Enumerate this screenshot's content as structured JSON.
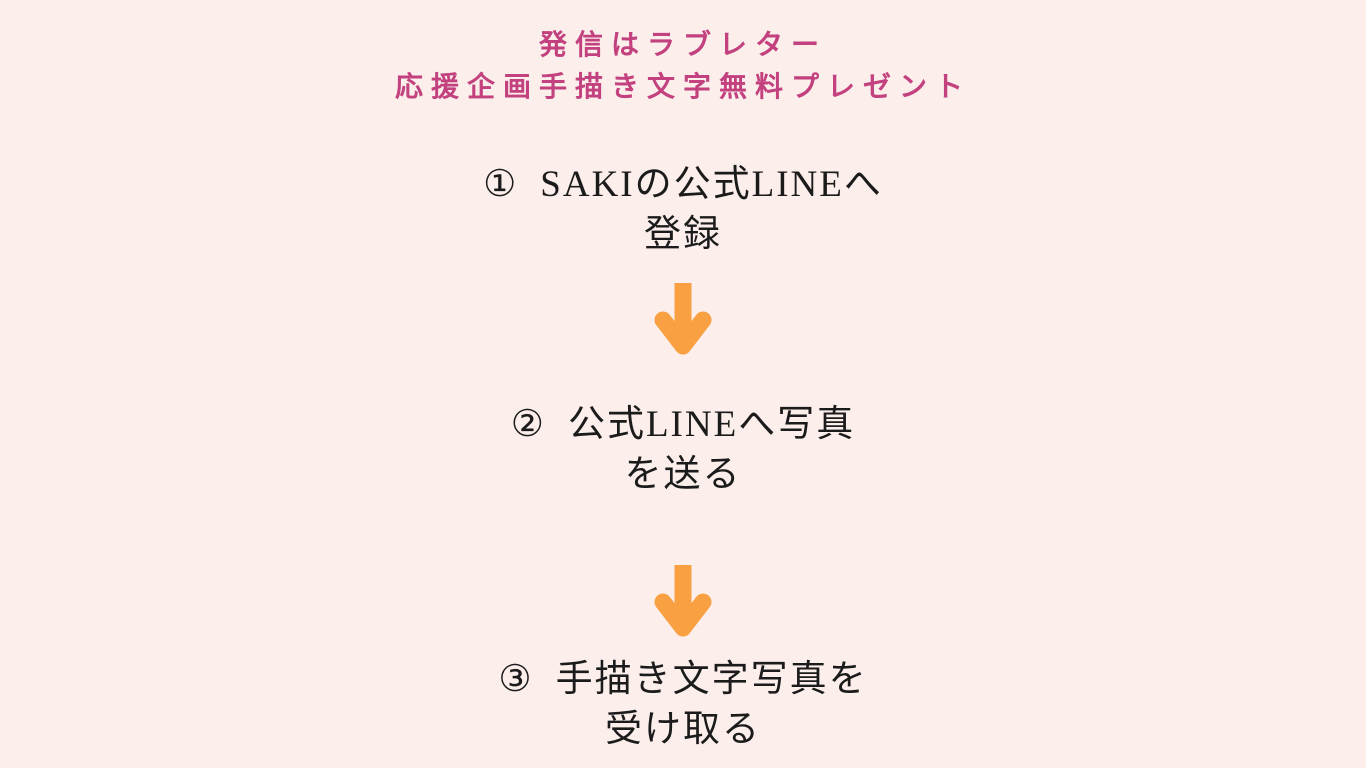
{
  "page": {
    "background_color": "#FBEEEB",
    "text_color": "#1B1B1B"
  },
  "header": {
    "title_line1": "発信はラブレター",
    "title_line2": "応援企画手描き文字無料プレゼント",
    "title_color": "#C2417E"
  },
  "steps": [
    {
      "number": "①",
      "line1": "SAKIの公式LINEへ",
      "line2": "登録"
    },
    {
      "number": "②",
      "line1": "公式LINEへ写真",
      "line2": "を送る"
    },
    {
      "number": "③",
      "line1": "手描き文字写真を",
      "line2": "受け取る"
    }
  ],
  "arrow": {
    "icon": "down-arrow-icon",
    "color": "#F8A042"
  }
}
